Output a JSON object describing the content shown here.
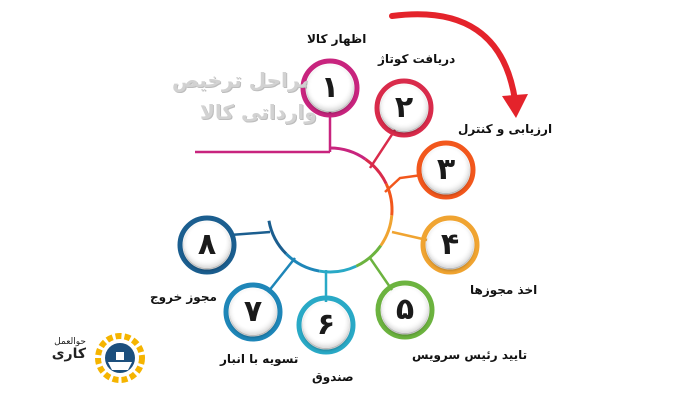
{
  "title": {
    "line1": "مراحل ترخیص",
    "line2": "وارداتی کالا"
  },
  "steps": [
    {
      "num": "۱",
      "label": "اظهار کالا",
      "color": "#c8247e"
    },
    {
      "num": "۲",
      "label": "دریافت کوتاژ",
      "color": "#d92b4b"
    },
    {
      "num": "۳",
      "label": "ارزیابی و کنترل",
      "color": "#f2571c"
    },
    {
      "num": "۴",
      "label": "اخذ مجوزها",
      "color": "#f0a431"
    },
    {
      "num": "۵",
      "label": "تایید رئیس سرویس",
      "color": "#6cb33f"
    },
    {
      "num": "۶",
      "label": "صندوق",
      "color": "#29a9c6"
    },
    {
      "num": "۷",
      "label": "تسویه با انبار",
      "color": "#1e86b8"
    },
    {
      "num": "۸",
      "label": "مجوز خروج",
      "color": "#1b5e8f"
    }
  ],
  "logo": {
    "text_line1": "حوالعمل",
    "text_line2": "کاری",
    "accent": "#f5b400",
    "brand_blue": "#1c4f7d"
  },
  "arrow_color": "#e4232b"
}
